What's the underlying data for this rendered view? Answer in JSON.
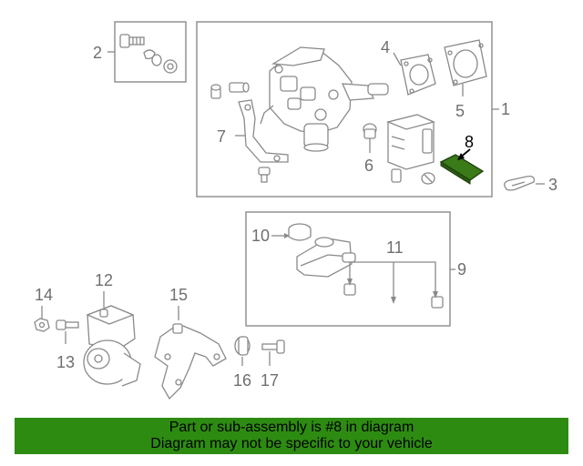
{
  "callouts": {
    "c1": "1",
    "c2": "2",
    "c3": "3",
    "c4": "4",
    "c5": "5",
    "c6": "6",
    "c7": "7",
    "c8": "8",
    "c9": "9",
    "c10": "10",
    "c11": "11",
    "c12": "12",
    "c13": "13",
    "c14": "14",
    "c15": "15",
    "c16": "16",
    "c17": "17"
  },
  "highlight": {
    "part_number": "8",
    "color": "#3a7a18"
  },
  "banner": {
    "line1": "Part or sub-assembly is #8 in diagram",
    "line2": "Diagram may not be specific to your vehicle",
    "background": "#2e8b12"
  }
}
